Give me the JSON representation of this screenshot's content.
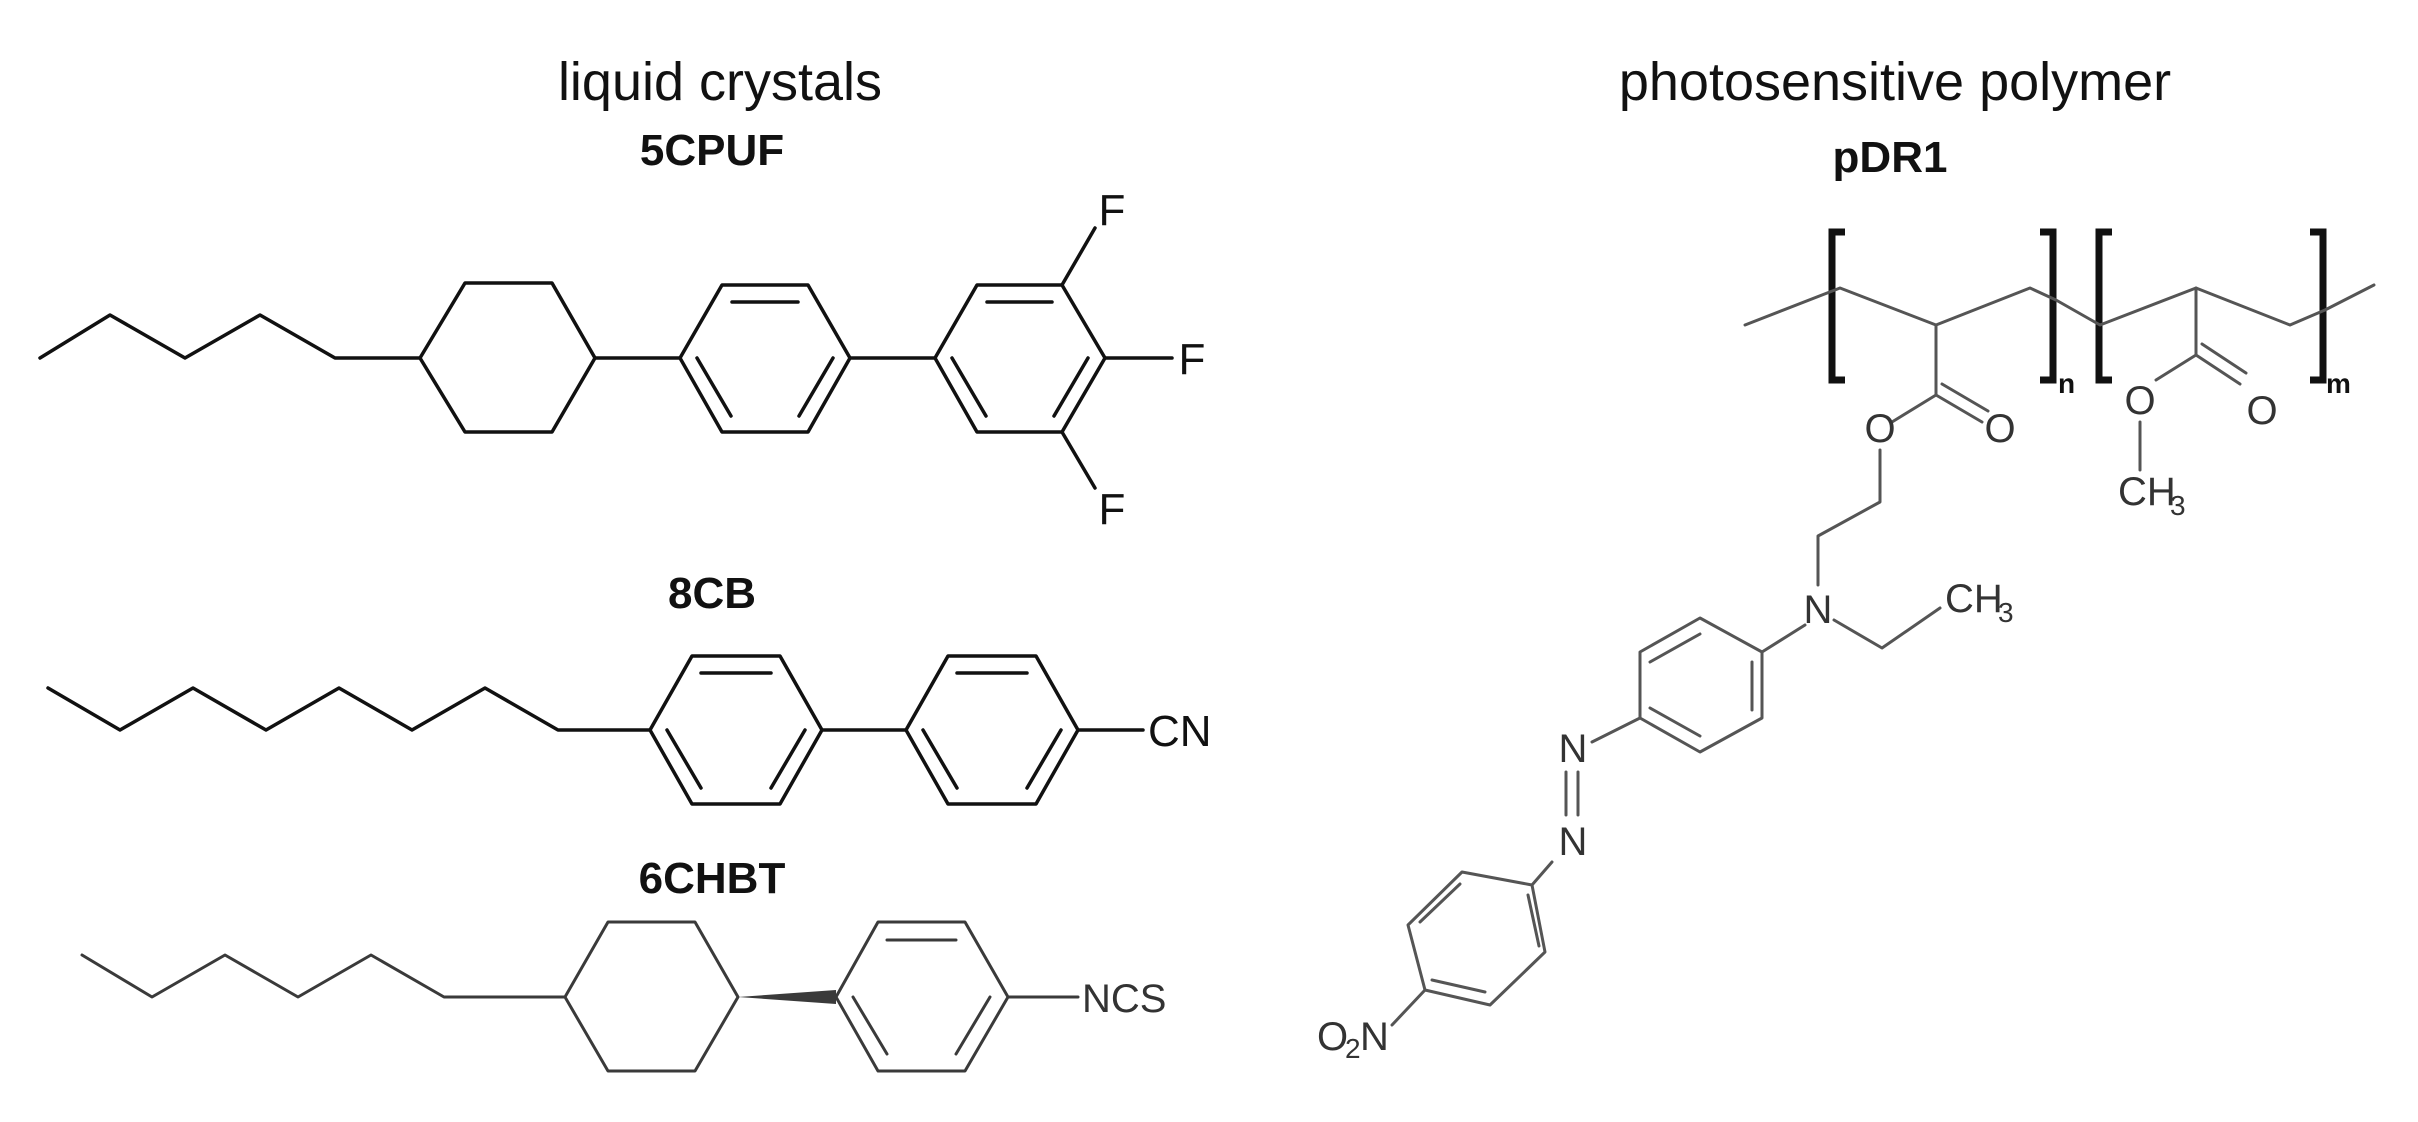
{
  "sections": {
    "left_heading": "liquid crystals",
    "right_heading": "photosensitive polymer"
  },
  "molecules": {
    "m5cpuf": {
      "name": "5CPUF",
      "atoms": {
        "f_top": "F",
        "f_mid": "F",
        "f_bot": "F"
      }
    },
    "m8cb": {
      "name": "8CB",
      "atoms": {
        "cn": "CN"
      }
    },
    "m6chbt": {
      "name": "6CHBT",
      "atoms": {
        "ncs": "NCS"
      }
    },
    "pdr1": {
      "name": "pDR1",
      "atoms": {
        "o_ether": "O",
        "o_carbonyl": "O",
        "o_ester2": "O",
        "o_carbonyl2": "O",
        "ch3_methoxy": "CH",
        "ch3_methoxy_sub": "3",
        "n_amine": "N",
        "ch3_ethyl": "CH",
        "ch3_ethyl_sub": "3",
        "n_azo1": "N",
        "n_azo2": "N",
        "no2_o": "O",
        "no2_sub": "2",
        "no2_n": "N"
      },
      "repeat_n": "n",
      "repeat_m": "m"
    }
  }
}
